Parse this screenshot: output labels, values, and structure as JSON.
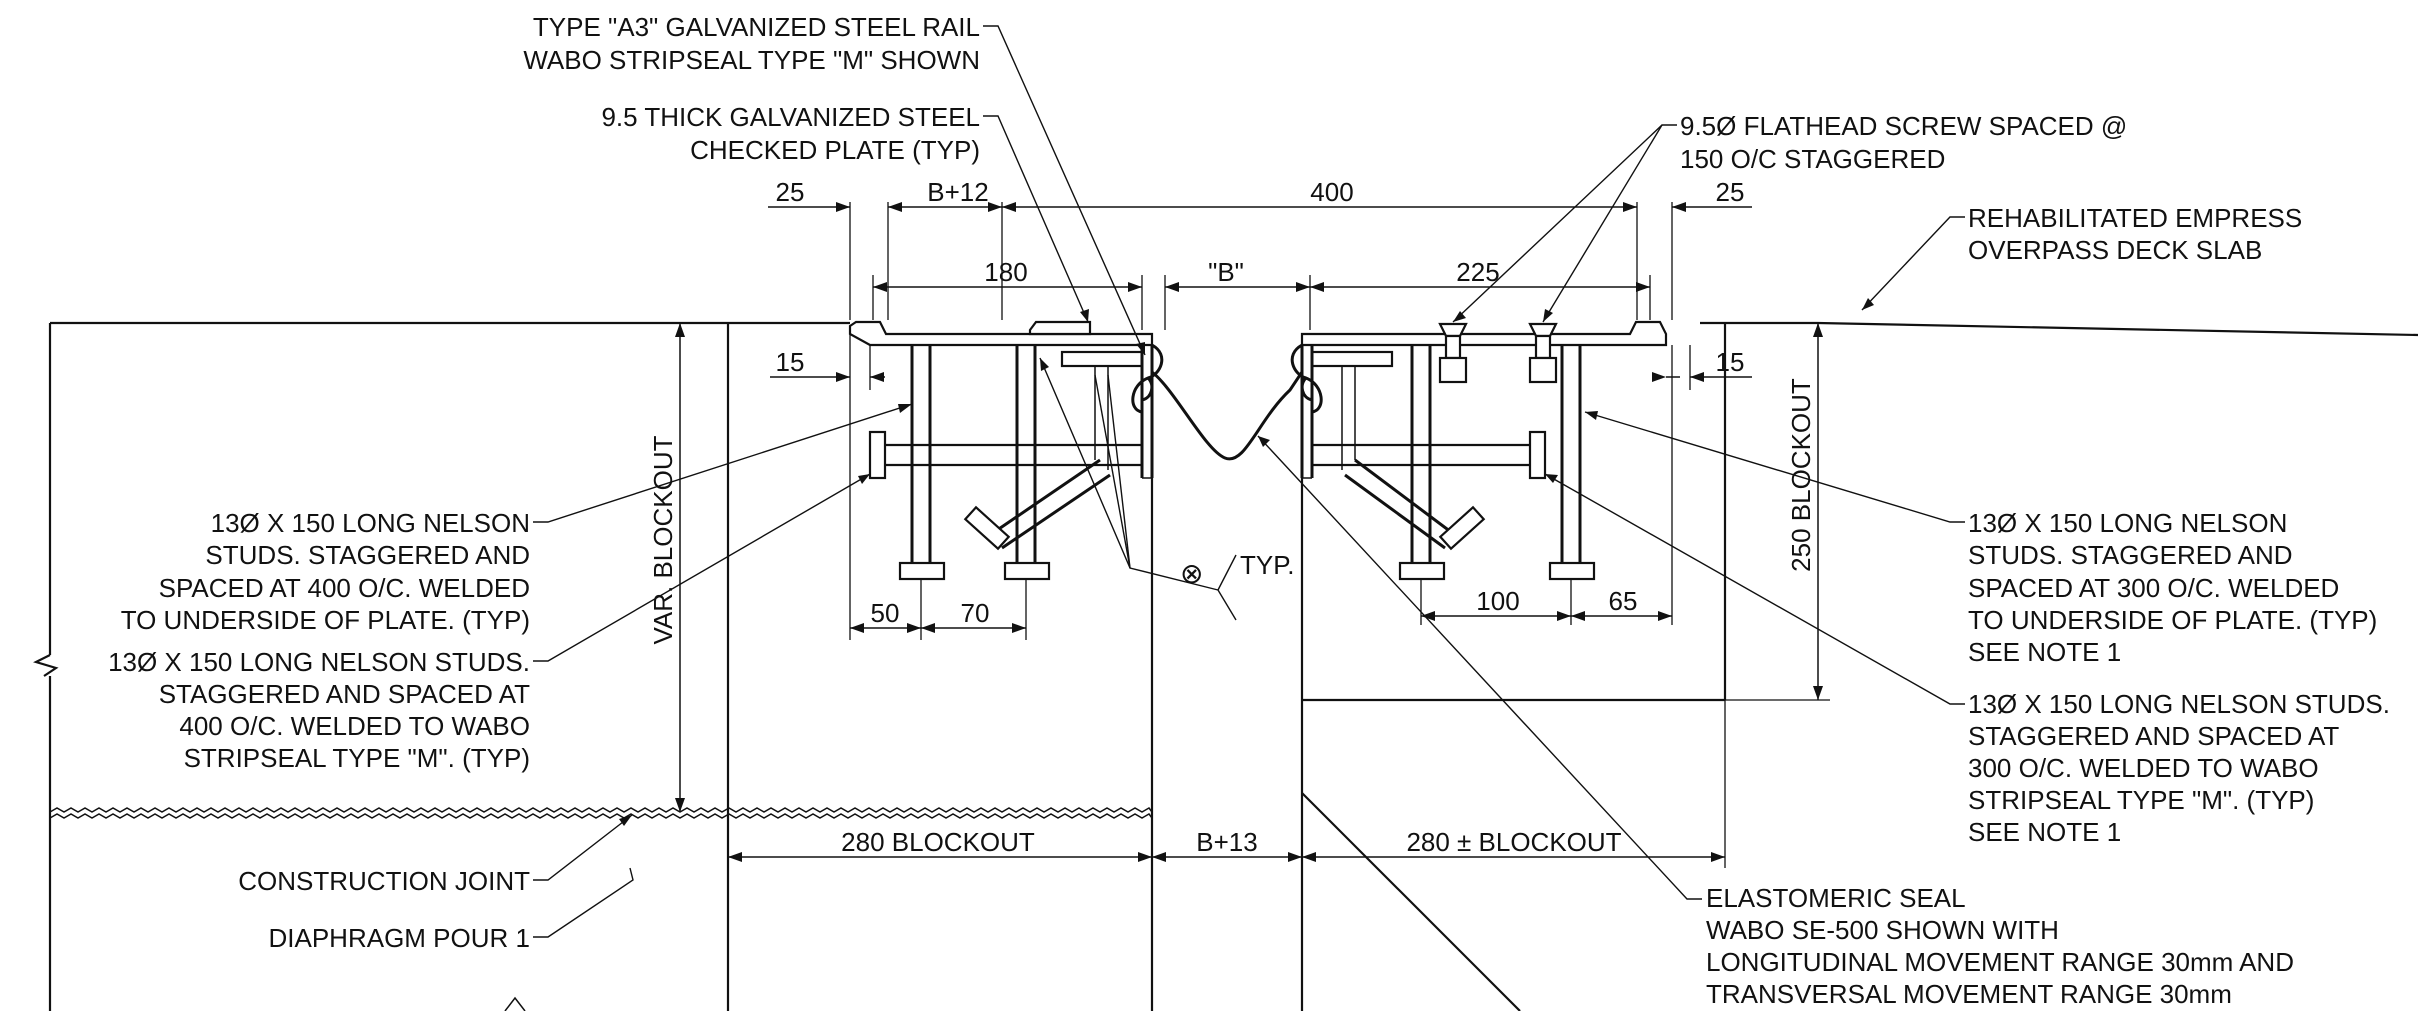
{
  "notes": {
    "rail_1": "TYPE \"A3\" GALVANIZED STEEL RAIL",
    "rail_2": "WABO STRIPSEAL TYPE \"M\" SHOWN",
    "plate_1": "9.5 THICK GALVANIZED STEEL",
    "plate_2": "CHECKED PLATE (TYP)",
    "screw_1": "9.5Ø FLATHEAD SCREW SPACED @",
    "screw_2": "150 O/C STAGGERED",
    "slab_1": "REHABILITATED EMPRESS",
    "slab_2": "OVERPASS DECK SLAB",
    "ls_1": "13Ø X 150 LONG NELSON",
    "ls_2": "STUDS. STAGGERED AND",
    "ls_3": "SPACED AT 400 O/C. WELDED",
    "ls_4": "TO UNDERSIDE OF PLATE. (TYP)",
    "lw_1": "13Ø X 150 LONG NELSON STUDS.",
    "lw_2": "STAGGERED AND SPACED AT",
    "lw_3": "400 O/C. WELDED TO WABO",
    "lw_4": "STRIPSEAL TYPE \"M\". (TYP)",
    "rs_1": "13Ø X 150 LONG NELSON",
    "rs_2": "STUDS. STAGGERED AND",
    "rs_3": "SPACED AT 300 O/C. WELDED",
    "rs_4": "TO UNDERSIDE OF PLATE. (TYP)",
    "rs_5": "SEE NOTE 1",
    "rw_1": "13Ø X 150 LONG NELSON STUDS.",
    "rw_2": "STAGGERED AND SPACED AT",
    "rw_3": "300 O/C. WELDED TO WABO",
    "rw_4": "STRIPSEAL TYPE \"M\". (TYP)",
    "rw_5": "SEE NOTE 1",
    "cj": "CONSTRUCTION JOINT",
    "dp": "DIAPHRAGM POUR 1",
    "es_1": "ELASTOMERIC SEAL",
    "es_2": "WABO SE-500 SHOWN WITH",
    "es_3": "LONGITUDINAL MOVEMENT RANGE 30mm AND",
    "es_4": "TRANSVERSAL MOVEMENT RANGE 30mm",
    "weld_typ": "TYP.",
    "weld_symbol": "⊗"
  },
  "dimensions": {
    "d25_left": "25",
    "d_b12": "B+12",
    "d400": "400",
    "d25_right": "25",
    "d180": "180",
    "d_b": "\"B\"",
    "d225": "225",
    "d15_left": "15",
    "d15_right": "15",
    "d50": "50",
    "d70": "70",
    "d100": "100",
    "d65": "65",
    "var_blockout": "VAR. BLOCKOUT",
    "blockout_250": "250 BLOCKOUT",
    "blockout_280": "280 BLOCKOUT",
    "b13": "B+13",
    "blockout_280pm": "280 ± BLOCKOUT"
  }
}
